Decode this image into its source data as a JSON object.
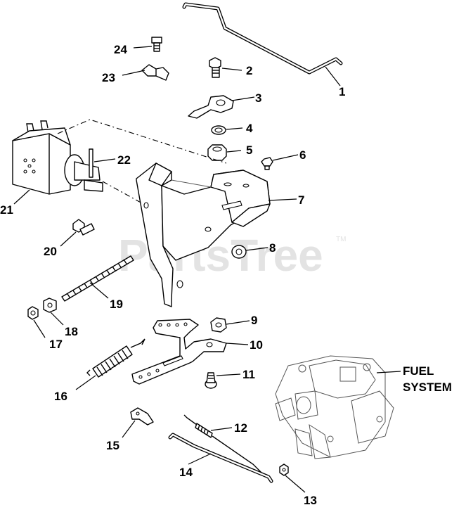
{
  "watermark": {
    "text": "PartsTree",
    "trademark": "TM"
  },
  "callouts": [
    {
      "number": "1"
    },
    {
      "number": "2"
    },
    {
      "number": "3"
    },
    {
      "number": "4"
    },
    {
      "number": "5"
    },
    {
      "number": "6"
    },
    {
      "number": "7"
    },
    {
      "number": "8"
    },
    {
      "number": "9"
    },
    {
      "number": "10"
    },
    {
      "number": "11"
    },
    {
      "number": "12"
    },
    {
      "number": "13"
    },
    {
      "number": "14"
    },
    {
      "number": "15"
    },
    {
      "number": "16"
    },
    {
      "number": "17"
    },
    {
      "number": "18"
    },
    {
      "number": "19"
    },
    {
      "number": "20"
    },
    {
      "number": "21"
    },
    {
      "number": "22"
    },
    {
      "number": "23"
    },
    {
      "number": "24"
    }
  ],
  "fuel_system_label": {
    "line1": "FUEL",
    "line2": "SYSTEM"
  }
}
